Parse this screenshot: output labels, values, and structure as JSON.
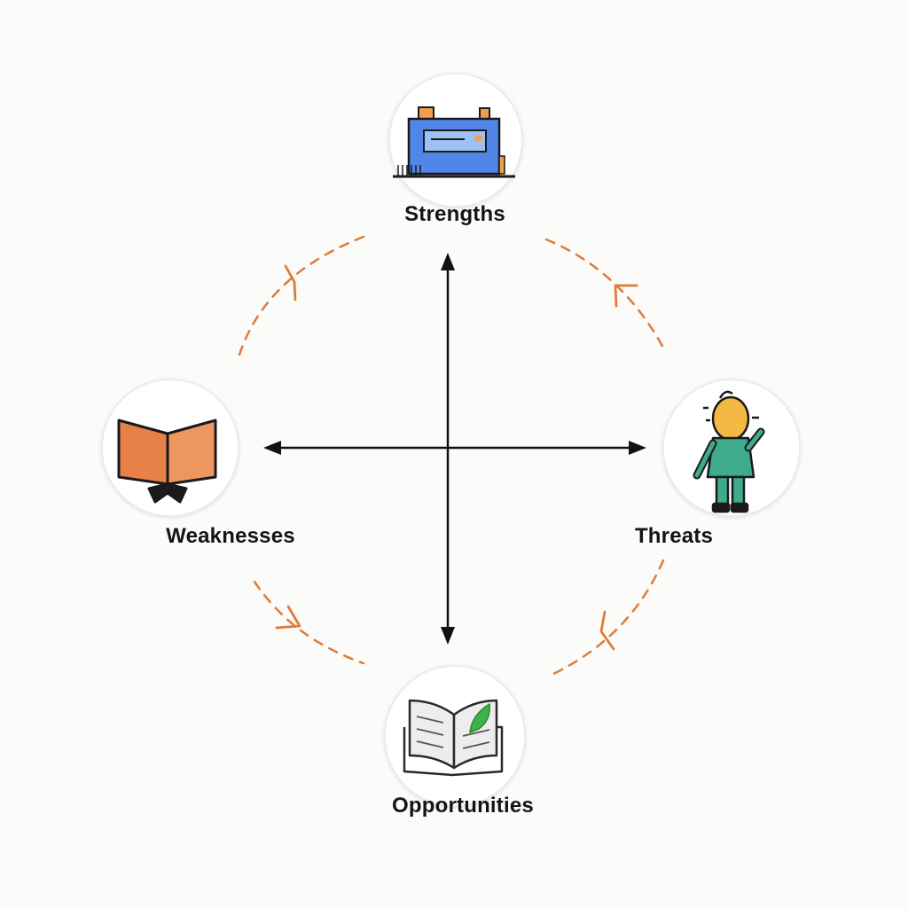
{
  "nodes": {
    "strengths": {
      "label": "Strengths",
      "icon": "building-icon"
    },
    "weaknesses": {
      "label": "Weaknesses",
      "icon": "open-book-icon"
    },
    "threats": {
      "label": "Threats",
      "icon": "person-waving-icon"
    },
    "opportunities": {
      "label": "Opportunities",
      "icon": "book-with-leaf-icon"
    }
  },
  "colors": {
    "background": "#fbfbf9",
    "axis": "#111111",
    "cycle_arrows": "#e07b39",
    "building_blue": "#4f86e8",
    "book_orange": "#e8804a",
    "person_skin": "#f4b942",
    "person_body": "#3dab8c",
    "leaf_green": "#3bb34a"
  }
}
